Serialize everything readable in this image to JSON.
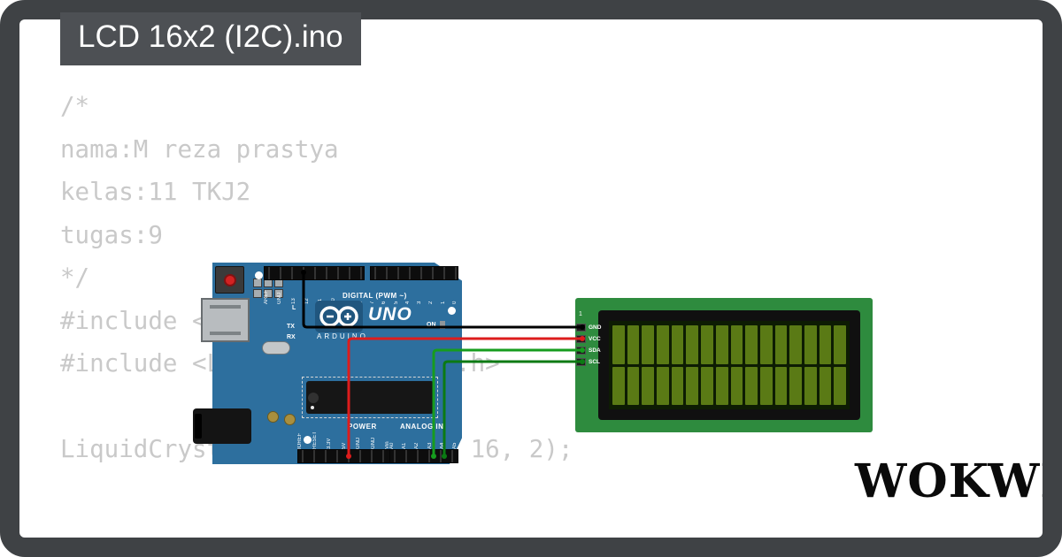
{
  "window": {
    "frame_color": "#3f4245"
  },
  "title_box": {
    "filename": "LCD 16x2 (I2C).ino",
    "bg": "#4d5054"
  },
  "code": {
    "color": "#c9c9c9",
    "lines": [
      "/*",
      "nama:M reza prastya",
      "kelas:11 TKJ2",
      "tugas:9",
      "*/",
      "#include <Wire.h>",
      "#include <LiquidCrystal_I2C.h>",
      "",
      "LiquidCrystal_I2C lcd(0x27, 16, 2);"
    ]
  },
  "arduino": {
    "board_color": "#2d6f9e",
    "logo_text": "UNO",
    "brand_text": "ARDUINO",
    "digital_label": "DIGITAL (PWM ~)",
    "power_label": "POWER",
    "analog_label": "ANALOG IN",
    "digital_pins_left": [
      "AREF",
      "GND",
      "13",
      "12",
      "11",
      "10",
      "9",
      "8"
    ],
    "digital_pins_right": [
      "7",
      "6",
      "5",
      "4",
      "3",
      "2",
      "1",
      "0"
    ],
    "power_pins": [
      "IOREF",
      "RESET",
      "3.3V",
      "5V",
      "GND",
      "GND",
      "Vin"
    ],
    "analog_pins": [
      "A0",
      "A1",
      "A2",
      "A3",
      "A4",
      "A5"
    ],
    "led_l": "L",
    "led_tx": "TX",
    "led_rx": "RX",
    "led_on": "ON"
  },
  "lcd": {
    "pcb_color": "#2e8b3e",
    "screen_color": "#0d1c03",
    "cell_color": "#5a7a15",
    "rows": 2,
    "cols": 16,
    "pin1_marker": "1",
    "pins": [
      "GND",
      "VCC",
      "SDA",
      "SCL"
    ]
  },
  "wires": [
    {
      "name": "gnd",
      "color": "#000000"
    },
    {
      "name": "vcc",
      "color": "#dd1c1c"
    },
    {
      "name": "sda",
      "color": "#169c1e"
    },
    {
      "name": "scl",
      "color": "#0b7a13"
    }
  ],
  "watermark": {
    "text": "WOKWI"
  }
}
